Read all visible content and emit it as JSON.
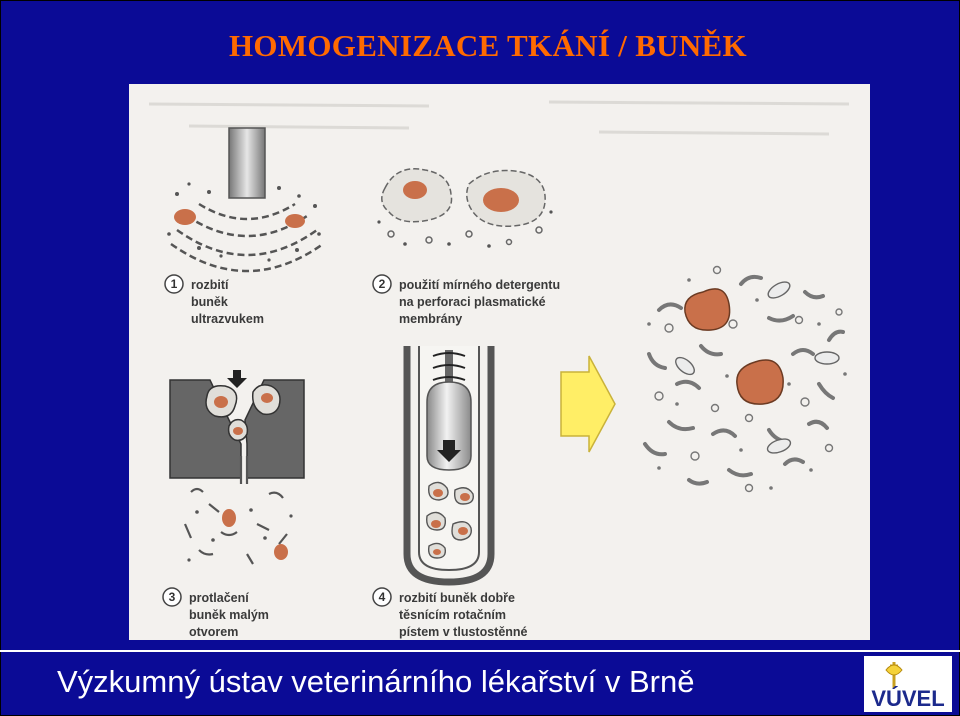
{
  "slide": {
    "title": "HOMOGENIZACE TKÁNÍ / BUNĚK",
    "footer": "Výzkumný ústav veterinárního lékařství v Brně"
  },
  "logo": {
    "text": "VÚVEL"
  },
  "steps": [
    {
      "number": "1",
      "lines": [
        "rozbití",
        "buněk",
        "ultrazvukem"
      ]
    },
    {
      "number": "2",
      "lines": [
        "použití mírného detergentu",
        "na perforaci plasmatické",
        "membrány"
      ]
    },
    {
      "number": "3",
      "lines": [
        "protlačení",
        "buněk malým",
        "otvorem"
      ]
    },
    {
      "number": "4",
      "lines": [
        "rozbití buněk dobře",
        "těsnícím rotačním",
        "pístem v tlustostěnné"
      ]
    }
  ],
  "colors": {
    "background": "#0b0b96",
    "title": "#ff6a00",
    "nucleus": "#c9704a",
    "arrow": "#ffee66",
    "panel": "#f3f1ee"
  }
}
